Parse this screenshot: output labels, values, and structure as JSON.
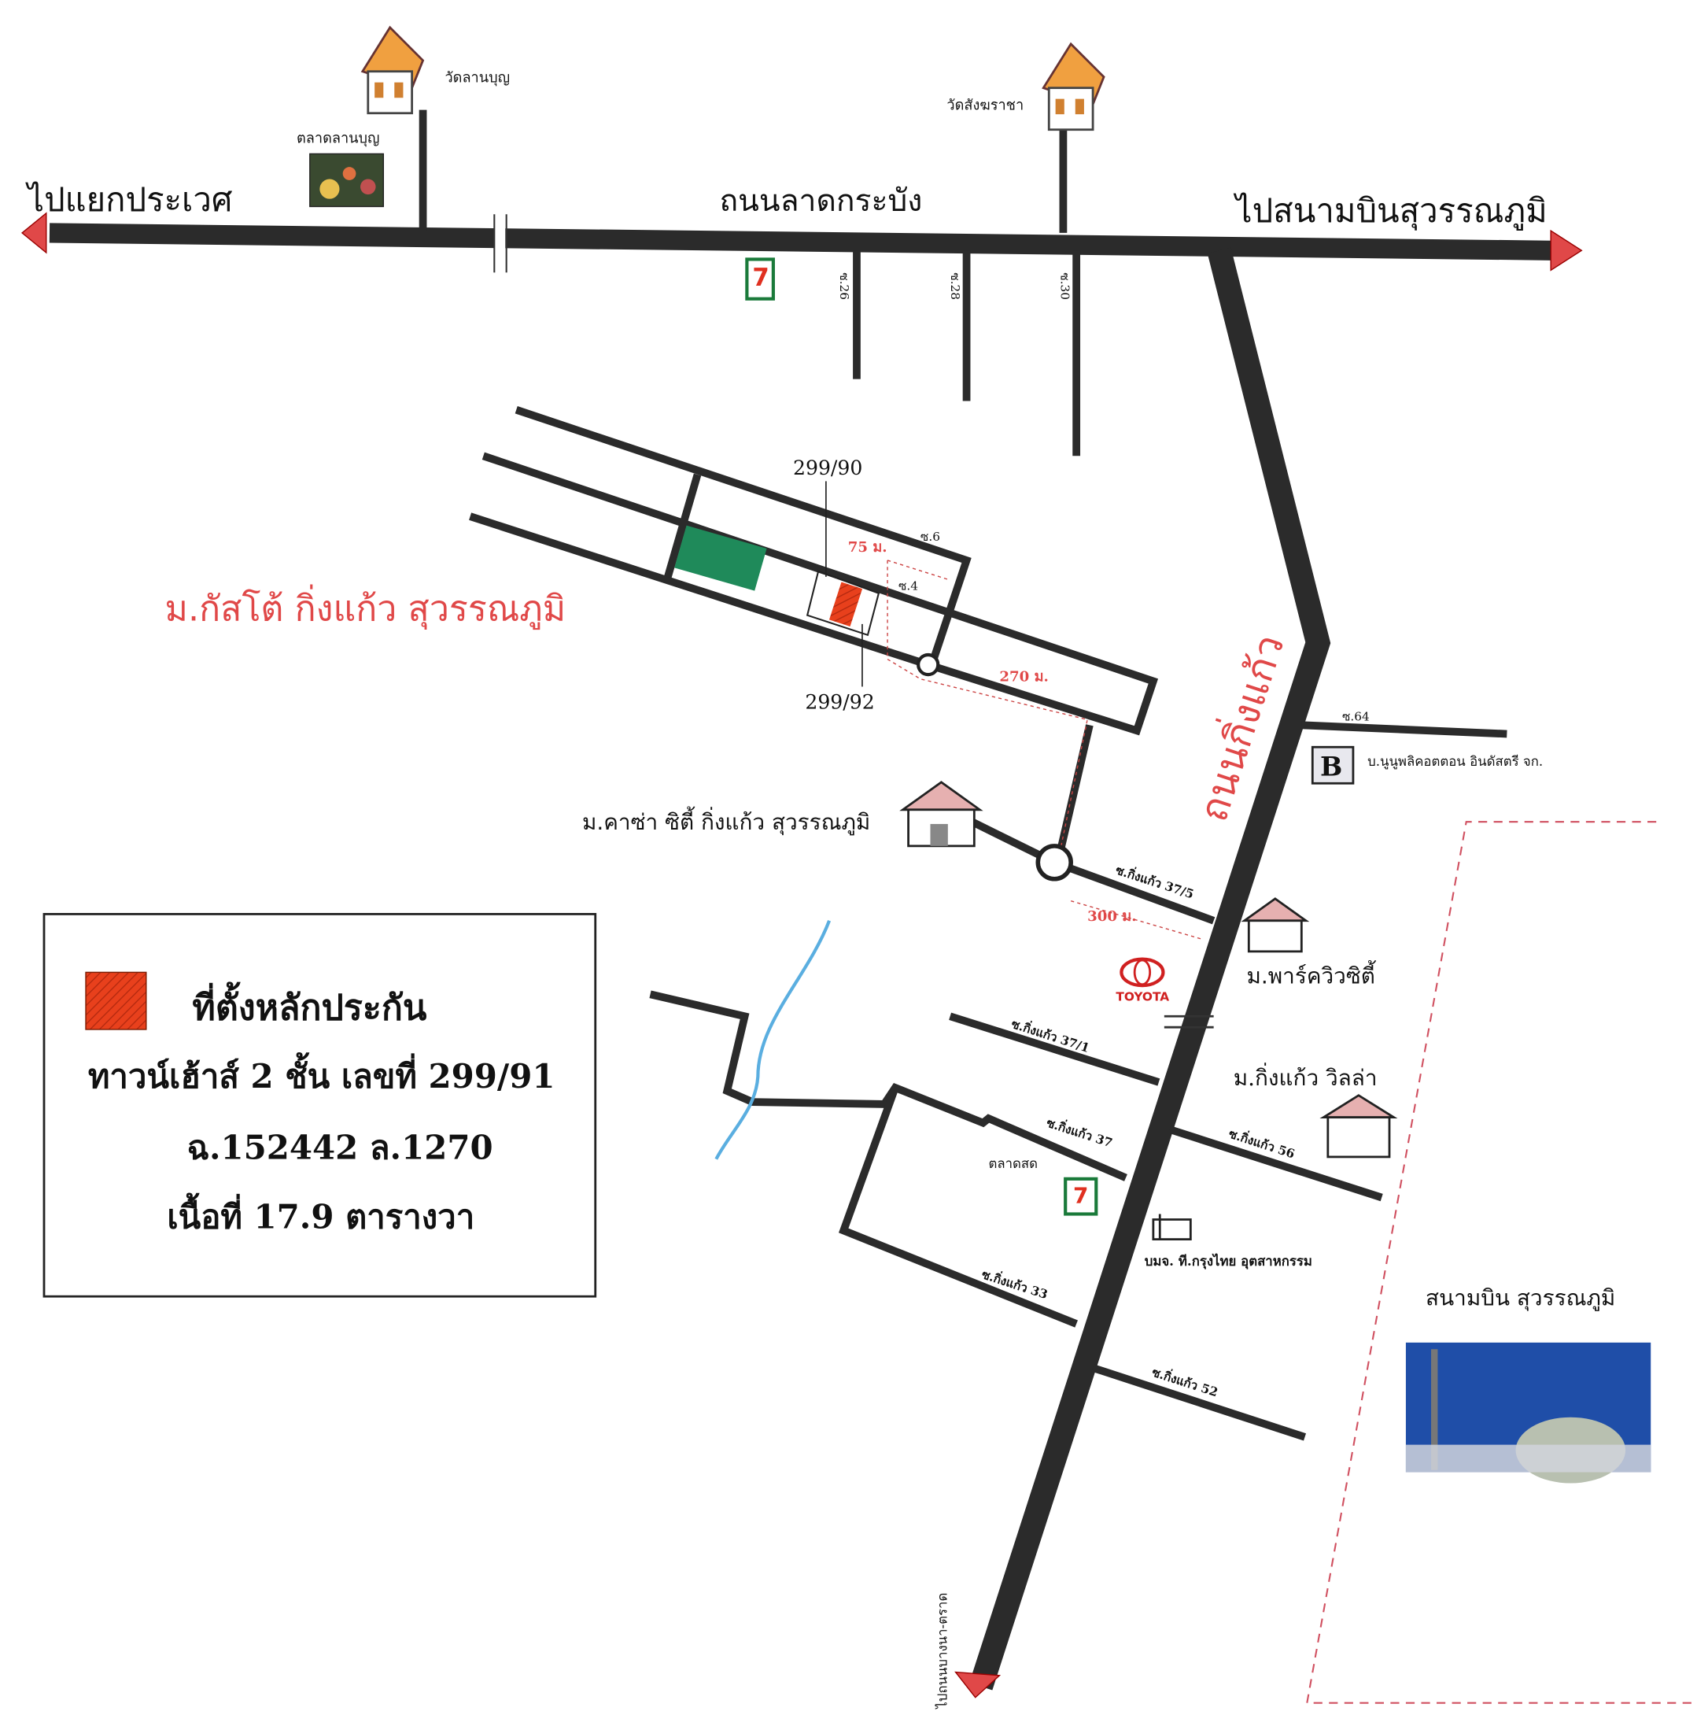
{
  "main_road": {
    "name": "ถนนลาดกระบัง",
    "left_direction": "ไปแยกประเวศ",
    "right_direction": "ไปสนามบินสุวรรณภูมิ"
  },
  "kingkaew_road": {
    "name": "ถนนกิ่งแก้ว",
    "south_direction": "ไปถนนบางนา-ตราด"
  },
  "landmarks": {
    "temple_1": "วัดลานบุญ",
    "market_1": "ตลาดลานบุญ",
    "temple_2": "วัดสังฆราชา",
    "village_main": "ม.กัสโต้ กิ่งแก้ว สุวรรณภูมิ",
    "village_casa": "ม.คาซ่า ซิตี้ กิ่งแก้ว สุวรรณภูมิ",
    "village_park": "ม.พาร์ควิวซิตี้",
    "village_villa": "ม.กิ่งแก้ว วิลล่า",
    "toyota": "TOYOTA",
    "fresh_market": "ตลาดสด",
    "company_b": "บ.นูนูพลิคอตตอน อินดัสตรี จก.",
    "b_badge": "B",
    "company_krungthai": "บมจ. ที.กรุงไทย อุตสาหกรรม",
    "airport": "สนามบิน สุวรรณภูมิ"
  },
  "sois": {
    "s26": "ซ.26",
    "s28": "ซ.28",
    "s30": "ซ.30",
    "s6": "ซ.6",
    "s4": "ซ.4",
    "s64": "ซ.64",
    "s37_5": "ซ.กิ่งแก้ว 37/5",
    "s37_1": "ซ.กิ่งแก้ว 37/1",
    "s37": "ซ.กิ่งแก้ว 37",
    "s56": "ซ.กิ่งแก้ว 56",
    "s33": "ซ.กิ่งแก้ว 33",
    "s52": "ซ.กิ่งแก้ว 52"
  },
  "plots": {
    "left": "299/90",
    "right": "299/92"
  },
  "distances": {
    "d75": "75 ม.",
    "d270": "270 ม.",
    "d300": "300 ม."
  },
  "legend": {
    "title": "ที่ตั้งหลักประกัน",
    "line1": "ทาวน์เฮ้าส์ 2 ชั้น เลขที่ 299/91",
    "line2": "ฉ.152442 ล.1270",
    "line3": "เนื้อที่ 17.9 ตารางวา"
  },
  "colors": {
    "road": "#2b2b2b",
    "accent_red": "#e04848",
    "collateral": "#e8401c",
    "green_plot": "#1f8a5a",
    "river": "#5aaee0"
  }
}
